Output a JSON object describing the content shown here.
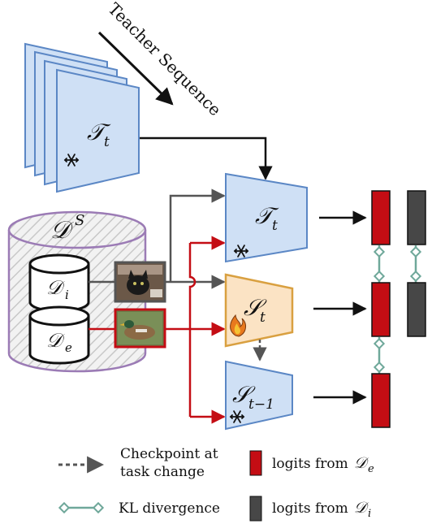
{
  "teacher_sequence": {
    "label": "Teacher Sequence"
  },
  "teacher_stack": {
    "symbol": "𝒯",
    "subscript": "t"
  },
  "teacher_model": {
    "symbol": "𝒯",
    "subscript": "t"
  },
  "student_model": {
    "symbol": "𝒮",
    "subscript": "t"
  },
  "previous_student": {
    "symbol": "𝒮",
    "subscript": "t−1"
  },
  "dataset": {
    "outer_symbol": "𝒟",
    "outer_superscript": "S",
    "inner_i_symbol": "𝒟",
    "inner_i_subscript": "i",
    "inner_e_symbol": "𝒟",
    "inner_e_subscript": "e"
  },
  "legend": {
    "checkpoint_line1": "Checkpoint at",
    "checkpoint_line2": "task change",
    "kl_divergence": "KL divergence",
    "logits_e_prefix": "logits from",
    "logits_e_symbol": "𝒟",
    "logits_e_subscript": "e",
    "logits_i_prefix": "logits from",
    "logits_i_symbol": "𝒟",
    "logits_i_subscript": "i"
  },
  "colors": {
    "model_fill": "#cfe0f5",
    "model_stroke": "#5b87c5",
    "student_fill": "#fbe3c4",
    "student_stroke": "#d9a040",
    "cylinder_stroke": "#9b7bb5",
    "logit_red": "#c40d14",
    "logit_gray": "#474747",
    "kl_green": "#6fa89a",
    "arrow_red": "#c40d14",
    "arrow_gray": "#555555"
  },
  "icons": {
    "frozen": "snowflake-icon",
    "trainable": "flame-icon"
  }
}
